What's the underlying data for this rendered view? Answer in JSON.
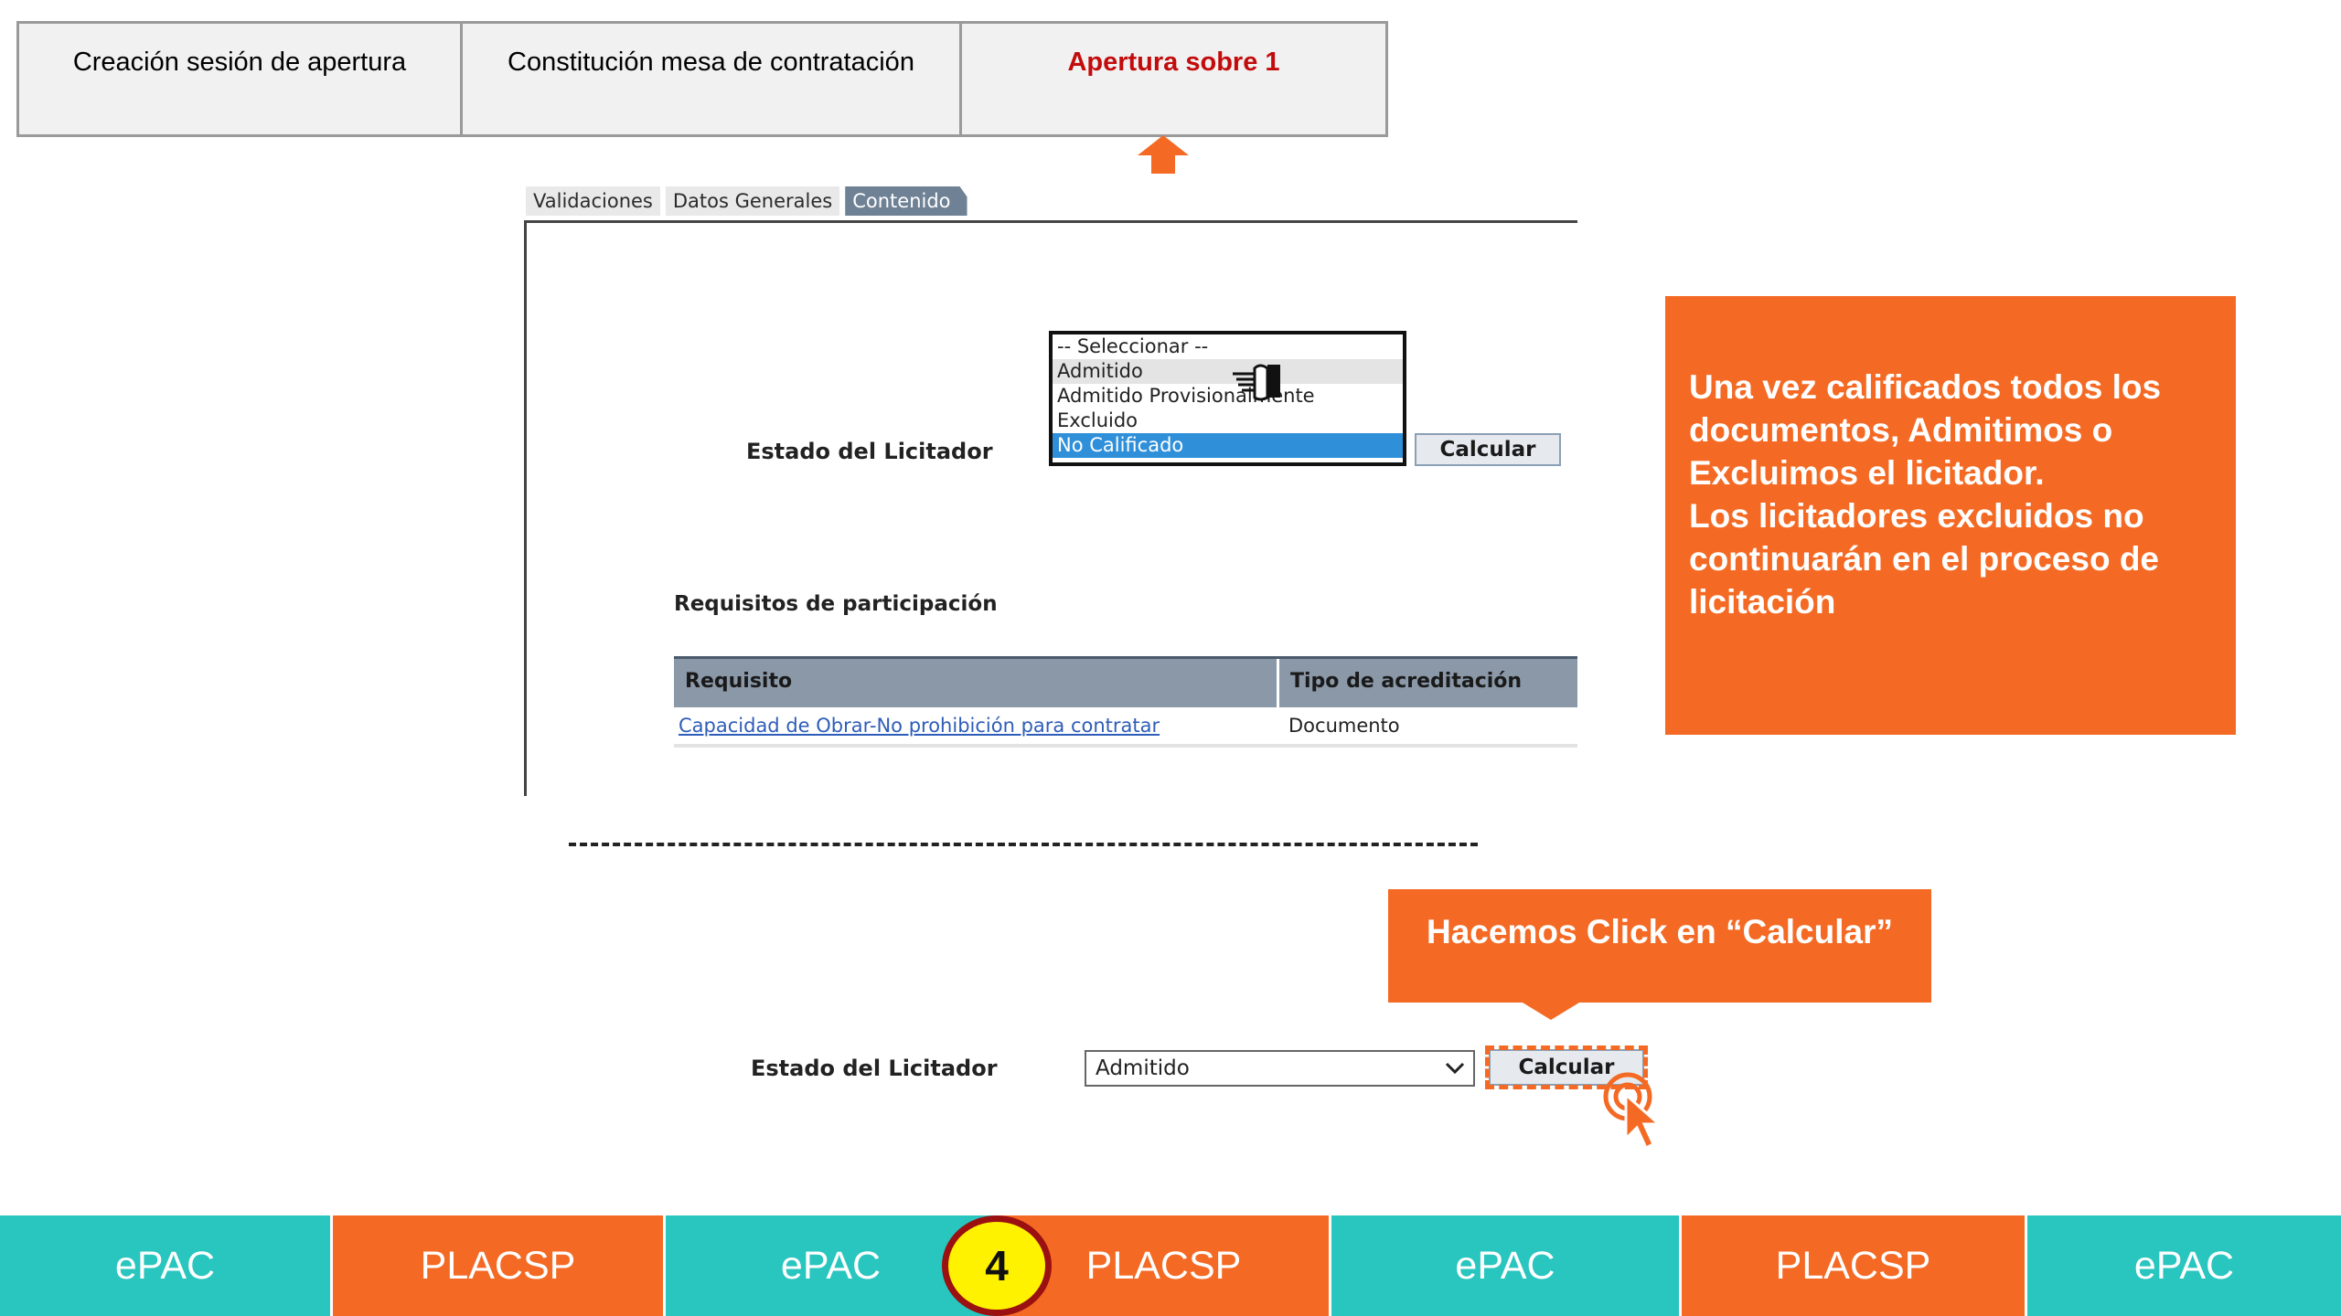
{
  "steps": [
    {
      "label": "Creación sesión de apertura"
    },
    {
      "label": "Constitución mesa de contratación"
    },
    {
      "label": "Apertura sobre 1"
    }
  ],
  "tabs": [
    "Validaciones",
    "Datos Generales",
    "Contenido"
  ],
  "estado": {
    "label": "Estado del Licitador",
    "options": [
      "-- Seleccionar --",
      "Admitido",
      "Admitido Provisionalmente",
      "Excluido",
      "No Calificado"
    ],
    "hover_option": "Admitido",
    "selected_option": "No Calificado",
    "calcular_label": "Calcular"
  },
  "requisitos": {
    "title": "Requisitos de participación",
    "columns": [
      "Requisito",
      "Tipo de acreditación"
    ],
    "rows": [
      {
        "requisito": "Capacidad de Obrar-No prohibición para contratar",
        "tipo": "Documento"
      }
    ]
  },
  "callout_big": {
    "line1": "Una vez calificados todos los documentos, Admitimos o Excluimos el licitador.",
    "line2": "Los licitadores excluidos no continuarán en el proceso de licitación"
  },
  "callout_small": "Hacemos Click en “Calcular”",
  "bottom": {
    "label": "Estado del Licitador",
    "select_value": "Admitido",
    "calcular_label": "Calcular"
  },
  "footer": [
    "ePAC",
    "PLACSP",
    "ePAC",
    "PLACSP",
    "ePAC",
    "PLACSP",
    "ePAC"
  ],
  "page_number": "4",
  "colors": {
    "accent_orange": "#f46a24",
    "teal": "#29c5bf",
    "active_step_red": "#c30b0b",
    "badge_yellow": "#fff200"
  }
}
